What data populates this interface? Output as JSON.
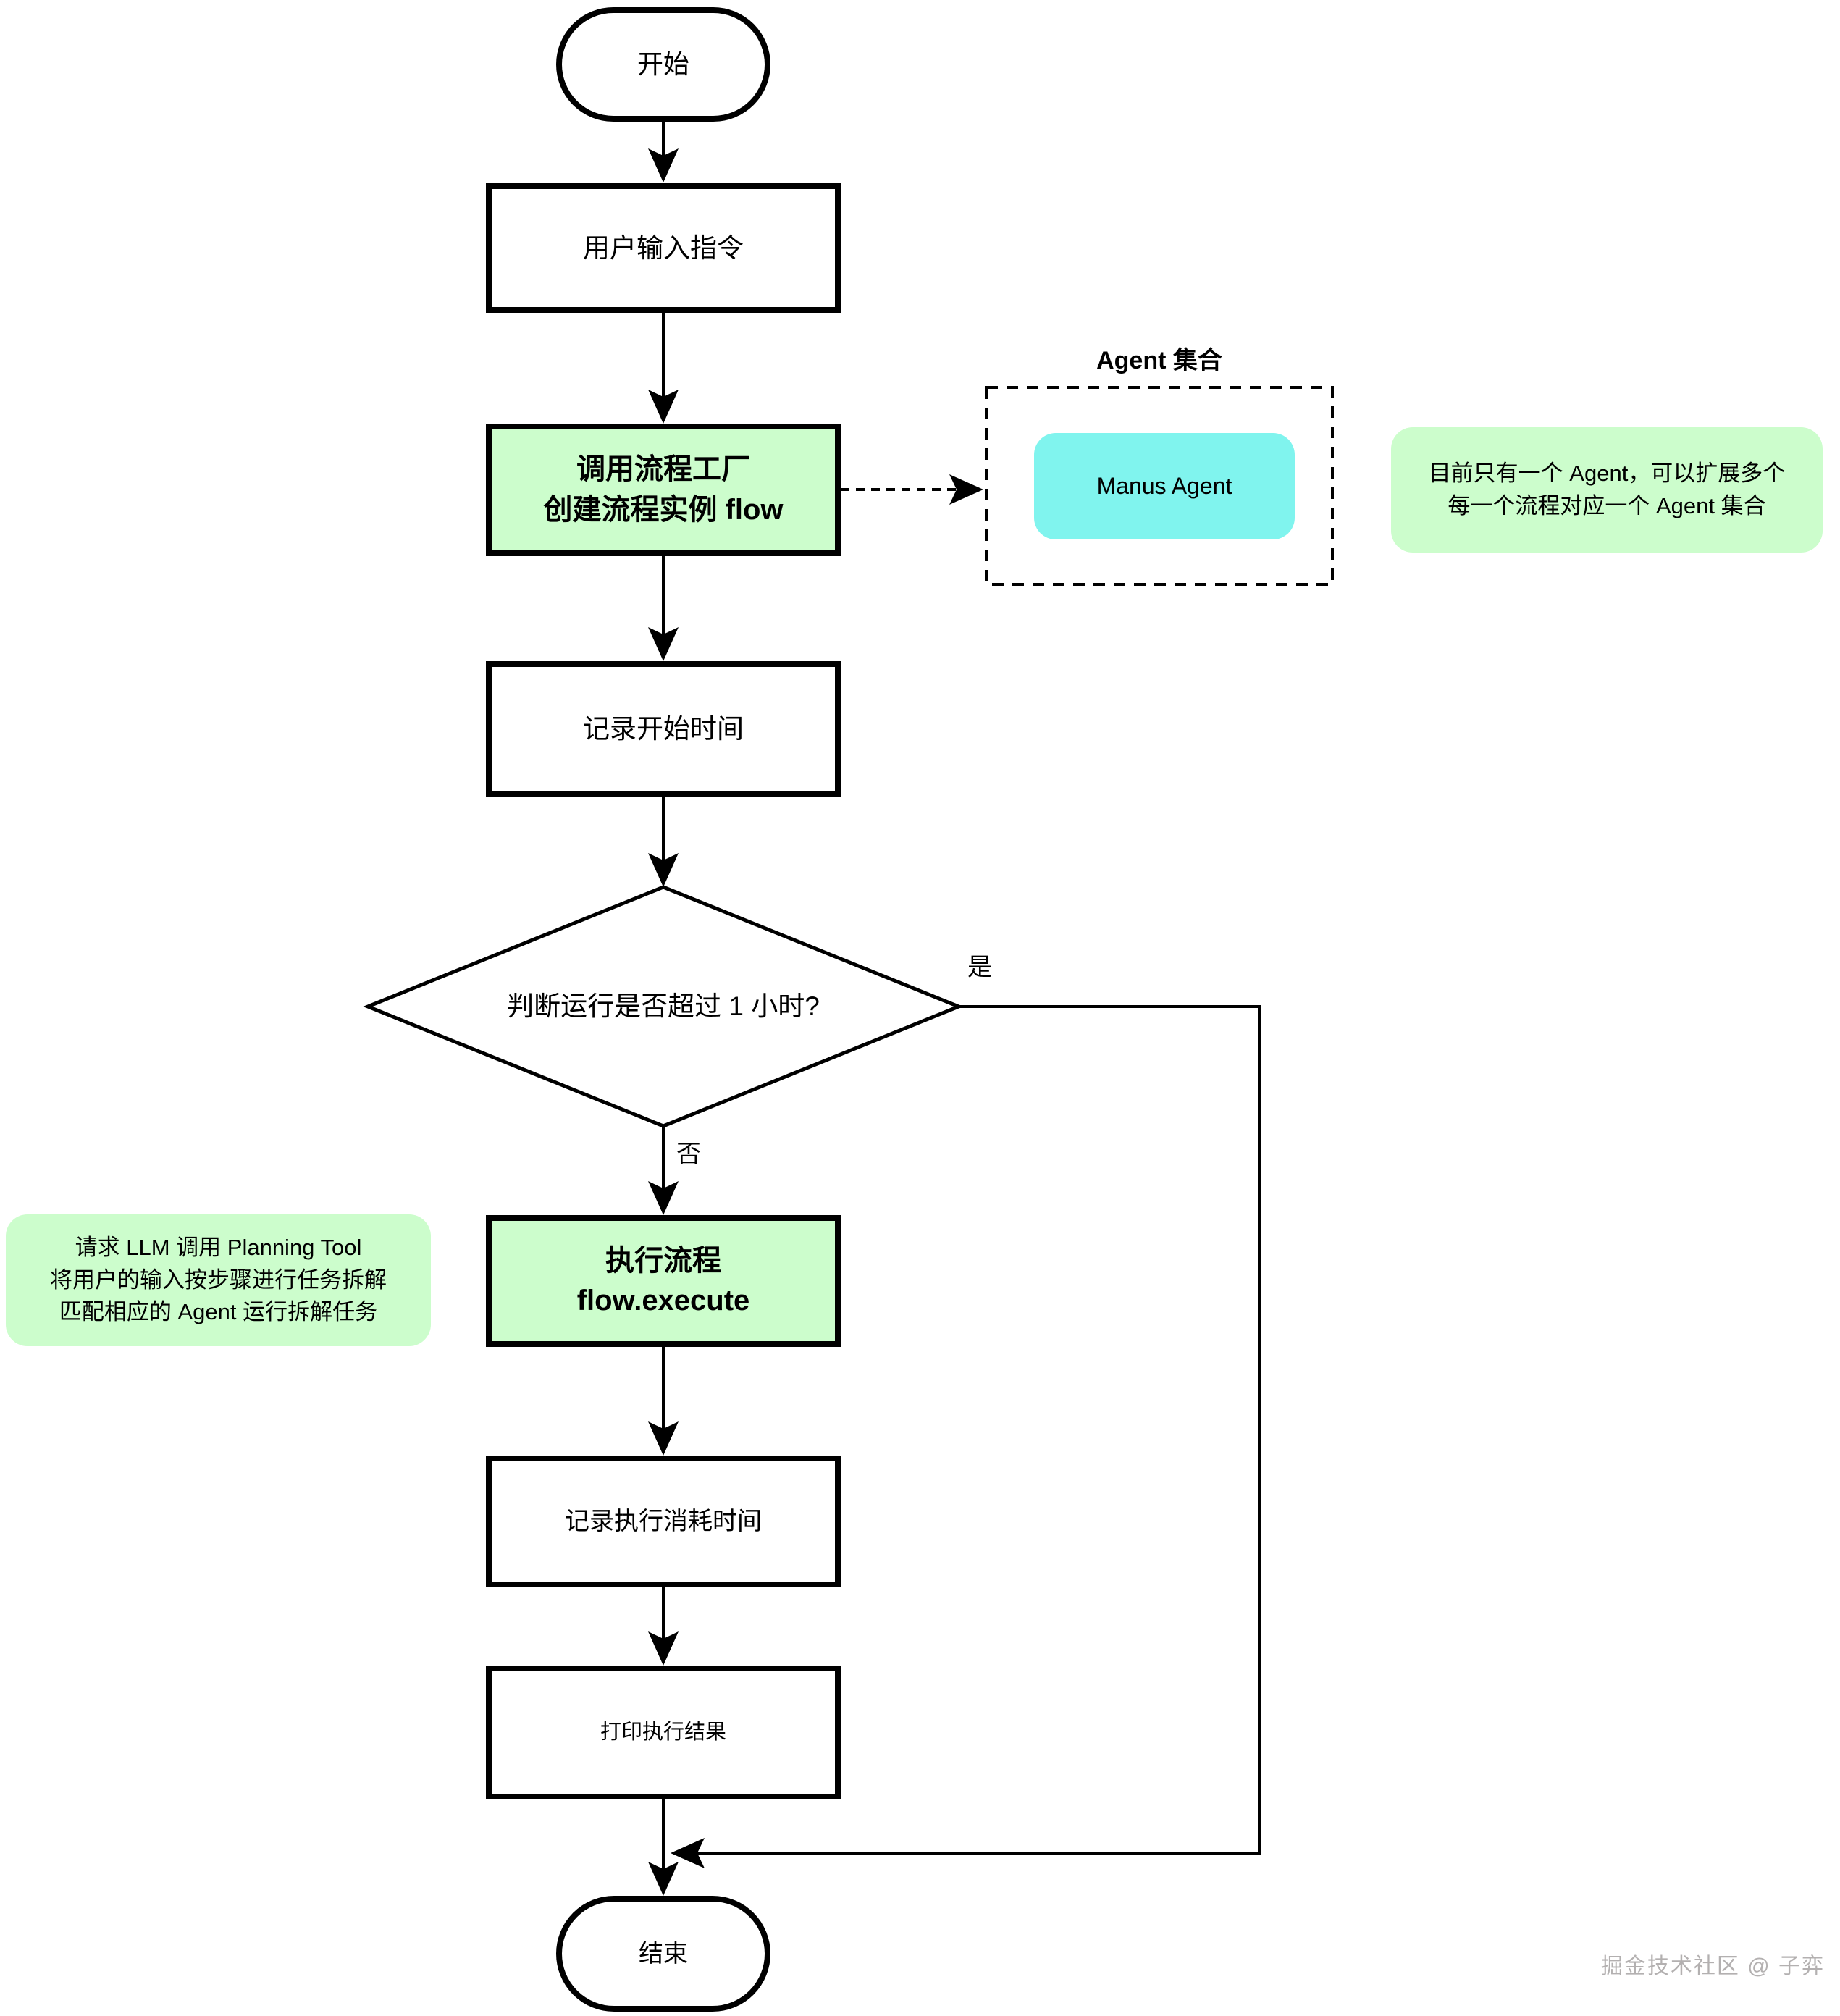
{
  "nodes": {
    "start": {
      "label": "开始"
    },
    "input": {
      "label": "用户输入指令"
    },
    "factory": {
      "line1": "调用流程工厂",
      "line2": "创建流程实例 flow"
    },
    "record_start": {
      "label": "记录开始时间"
    },
    "decision": {
      "label": "判断运行是否超过 1 小时?"
    },
    "execute": {
      "line1": "执行流程",
      "line2": "flow.execute"
    },
    "record_elapsed": {
      "label": "记录执行消耗时间"
    },
    "print_result": {
      "label": "打印执行结果"
    },
    "end": {
      "label": "结束"
    },
    "manus_agent": {
      "label": "Manus Agent"
    }
  },
  "agent_group": {
    "title": "Agent 集合"
  },
  "notes": {
    "right": {
      "line1": "目前只有一个 Agent，可以扩展多个",
      "line2": "每一个流程对应一个 Agent 集合"
    },
    "left": {
      "line1": "请求 LLM 调用 Planning Tool",
      "line2": "将用户的输入按步骤进行任务拆解",
      "line3": "匹配相应的 Agent 运行拆解任务"
    }
  },
  "branch_labels": {
    "yes": "是",
    "no": "否"
  },
  "footer": {
    "credit": "掘金技术社区 @ 子弈"
  },
  "colors": {
    "node_green": "#ccfdcc",
    "agent_cyan": "#80f4ee",
    "ink": "#000000",
    "footer_gray": "#b3b0b0"
  }
}
